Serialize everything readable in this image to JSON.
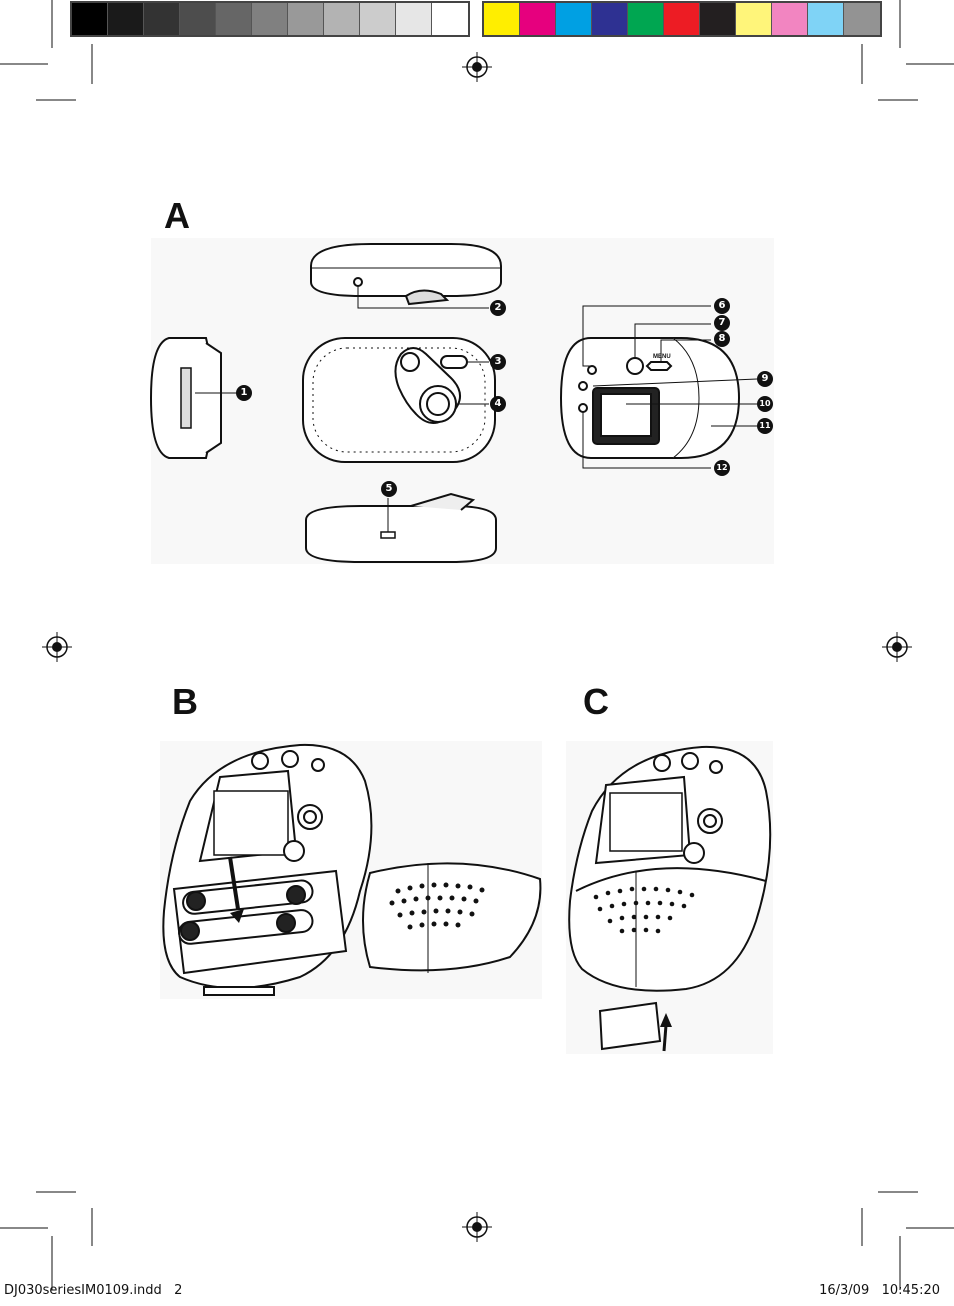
{
  "swatches": {
    "gray": [
      "#000000",
      "#1a1a1a",
      "#333333",
      "#4d4d4d",
      "#666666",
      "#808080",
      "#999999",
      "#b3b3b3",
      "#cccccc",
      "#e6e6e6",
      "#ffffff"
    ],
    "color": [
      "#ffee00",
      "#e6007e",
      "#00a0e3",
      "#2e3192",
      "#00a651",
      "#ed1c24",
      "#231f20",
      "#fff57a",
      "#f285c1",
      "#7fd3f6",
      "#939393"
    ]
  },
  "sections": {
    "a": "A",
    "b": "B",
    "c": "C"
  },
  "callouts": [
    "1",
    "2",
    "3",
    "4",
    "5",
    "6",
    "7",
    "8",
    "9",
    "10",
    "11",
    "12"
  ],
  "labels": {
    "menu": "MENU"
  },
  "footer": {
    "file": "DJ030seriesIM0109.indd   2",
    "datetime": "16/3/09   10:45:20"
  }
}
